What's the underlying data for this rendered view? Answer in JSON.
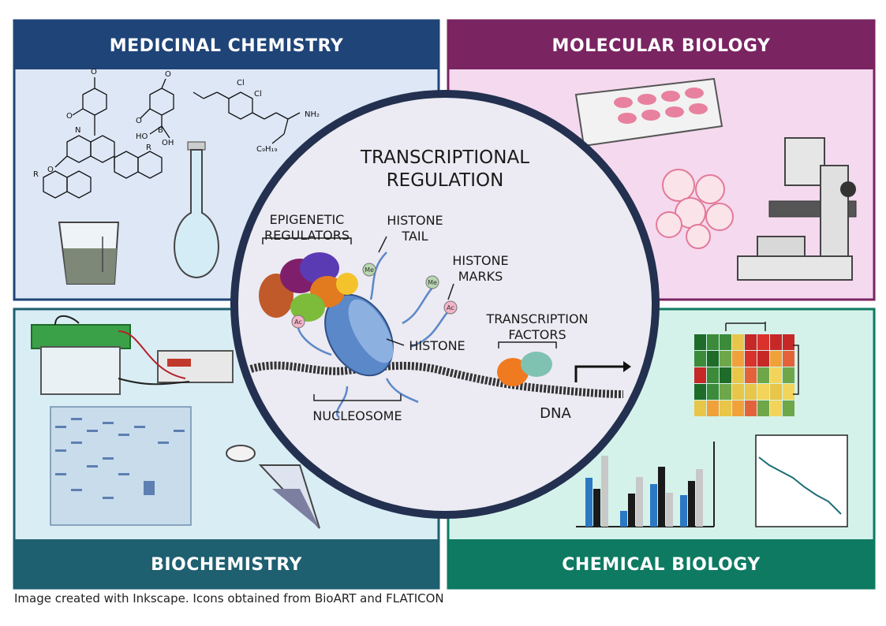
{
  "panels": {
    "medicinal_chemistry": {
      "title": "MEDICINAL CHEMISTRY",
      "color": "#1f4478",
      "bg": "#dde7f6"
    },
    "molecular_biology": {
      "title": "MOLECULAR BIOLOGY",
      "color": "#7a2462",
      "bg": "#f5d9ee"
    },
    "biochemistry": {
      "title": "BIOCHEMISTRY",
      "color": "#1e5f70",
      "bg": "#d9edf5"
    },
    "chemical_biology": {
      "title": "CHEMICAL BIOLOGY",
      "color": "#0e7a62",
      "bg": "#d4f2ea"
    }
  },
  "center": {
    "title_line1": "TRANSCRIPTIONAL",
    "title_line2": "REGULATION",
    "epigenetic_line1": "EPIGENETIC",
    "epigenetic_line2": "REGULATORS",
    "histone_tail_line1": "HISTONE",
    "histone_tail_line2": "TAIL",
    "histone_marks_line1": "HISTONE",
    "histone_marks_line2": "MARKS",
    "histone": "HISTONE",
    "tf_line1": "TRANSCRIPTION",
    "tf_line2": "FACTORS",
    "nucleosome": "NUCLEOSOME",
    "dna": "DNA",
    "mark_me": "Me",
    "mark_ac": "Ac"
  },
  "chemistry": {
    "ch3o": "O",
    "n": "N",
    "o": "O",
    "ho": "HO",
    "b": "B",
    "oh": "OH",
    "cl": "Cl",
    "nh2": "NH₂",
    "c9h19": "C₉H₁₉",
    "r": "R"
  },
  "caption": "Image created with Inkscape. Icons obtained from BioART and FLATICON"
}
